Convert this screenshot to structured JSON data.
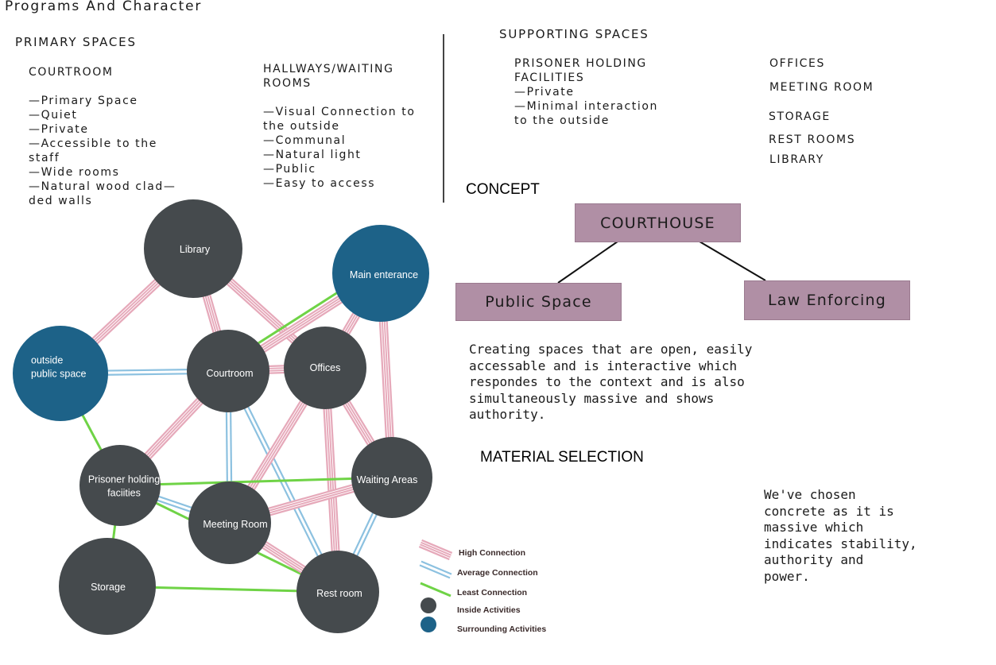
{
  "title": "Programs And Character",
  "primary": {
    "heading": "PRIMARY SPACES",
    "courtroom": {
      "title": "COURTROOM",
      "items": [
        "—Primary Space",
        "—Quiet",
        "—Private",
        "—Accessible to the",
        "staff",
        "—Wide rooms",
        "—Natural wood clad—",
        "ded walls"
      ]
    },
    "hallways": {
      "title_lines": [
        "HALLWAYS/WAITING",
        "ROOMS"
      ],
      "items": [
        "—Visual Connection to",
        "the outside",
        "—Communal",
        "—Natural light",
        "—Public",
        "—Easy to access"
      ]
    }
  },
  "supporting": {
    "heading": "SUPPORTING SPACES",
    "prisoner": {
      "lines": [
        "PRISONER HOLDING",
        "FACILITIES",
        "—Private",
        "—Minimal interaction",
        "to the outside"
      ]
    },
    "others": [
      "OFFICES",
      "MEETING ROOM",
      "STORAGE",
      "REST ROOMS",
      "LIBRARY"
    ]
  },
  "concept": {
    "heading": "CONCEPT",
    "root": "COURTHOUSE",
    "children": [
      "Public Space",
      "Law Enforcing"
    ],
    "description_lines": [
      "Creating spaces that are open, easily",
      "accessable and is interactive which",
      "respondes to the context and is also",
      "simultaneously massive and shows",
      "authority."
    ]
  },
  "material": {
    "heading": "MATERIAL SELECTION",
    "text_lines": [
      "We've chosen",
      "concrete as it is",
      "massive which",
      "indicates stability,",
      "authority and",
      "power."
    ]
  },
  "colors": {
    "inside": "#454a4d",
    "surrounding": "#1d6288",
    "high": "#e6a9ba",
    "average": "#8cc1e0",
    "least": "#6fd346",
    "concept_box": "#b08fa5"
  },
  "diagram": {
    "nodes": [
      {
        "id": "library",
        "label_lines": [
          "Library"
        ],
        "kind": "inside"
      },
      {
        "id": "main",
        "label_lines": [
          "Main enterance"
        ],
        "kind": "surrounding"
      },
      {
        "id": "outside",
        "label_lines": [
          "outside",
          "public space"
        ],
        "kind": "surrounding"
      },
      {
        "id": "courtroom",
        "label_lines": [
          "Courtroom"
        ],
        "kind": "inside"
      },
      {
        "id": "offices",
        "label_lines": [
          "Offices"
        ],
        "kind": "inside"
      },
      {
        "id": "prisoner",
        "label_lines": [
          "Prisoner holding",
          "faciities"
        ],
        "kind": "inside"
      },
      {
        "id": "waiting",
        "label_lines": [
          "Waiting Areas"
        ],
        "kind": "inside"
      },
      {
        "id": "meeting",
        "label_lines": [
          "Meeting Room"
        ],
        "kind": "inside"
      },
      {
        "id": "storage",
        "label_lines": [
          "Storage"
        ],
        "kind": "inside"
      },
      {
        "id": "rest",
        "label_lines": [
          "Rest room"
        ],
        "kind": "inside"
      }
    ],
    "edges": [
      {
        "from": "library",
        "to": "outside",
        "type": "high"
      },
      {
        "from": "library",
        "to": "courtroom",
        "type": "high"
      },
      {
        "from": "library",
        "to": "offices",
        "type": "high"
      },
      {
        "from": "main",
        "to": "courtroom",
        "type": "high"
      },
      {
        "from": "main",
        "to": "offices",
        "type": "high"
      },
      {
        "from": "main",
        "to": "waiting",
        "type": "high"
      },
      {
        "from": "main",
        "to": "courtroom",
        "type": "least"
      },
      {
        "from": "outside",
        "to": "courtroom",
        "type": "average"
      },
      {
        "from": "outside",
        "to": "prisoner",
        "type": "least"
      },
      {
        "from": "courtroom",
        "to": "offices",
        "type": "high"
      },
      {
        "from": "courtroom",
        "to": "prisoner",
        "type": "high"
      },
      {
        "from": "courtroom",
        "to": "meeting",
        "type": "average"
      },
      {
        "from": "courtroom",
        "to": "rest",
        "type": "average"
      },
      {
        "from": "offices",
        "to": "meeting",
        "type": "high"
      },
      {
        "from": "offices",
        "to": "rest",
        "type": "high"
      },
      {
        "from": "offices",
        "to": "waiting",
        "type": "high"
      },
      {
        "from": "prisoner",
        "to": "waiting",
        "type": "least"
      },
      {
        "from": "prisoner",
        "to": "meeting",
        "type": "average"
      },
      {
        "from": "prisoner",
        "to": "storage",
        "type": "least"
      },
      {
        "from": "prisoner",
        "to": "rest",
        "type": "least"
      },
      {
        "from": "waiting",
        "to": "meeting",
        "type": "high"
      },
      {
        "from": "waiting",
        "to": "rest",
        "type": "average"
      },
      {
        "from": "meeting",
        "to": "rest",
        "type": "high"
      },
      {
        "from": "storage",
        "to": "rest",
        "type": "least"
      }
    ],
    "legend": [
      {
        "type": "high",
        "label": "High Connection"
      },
      {
        "type": "average",
        "label": "Average Connection"
      },
      {
        "type": "least",
        "label": "Least Connection"
      },
      {
        "type": "inside",
        "label": "Inside Activities"
      },
      {
        "type": "surrounding",
        "label": "Surrounding Activities"
      }
    ]
  }
}
